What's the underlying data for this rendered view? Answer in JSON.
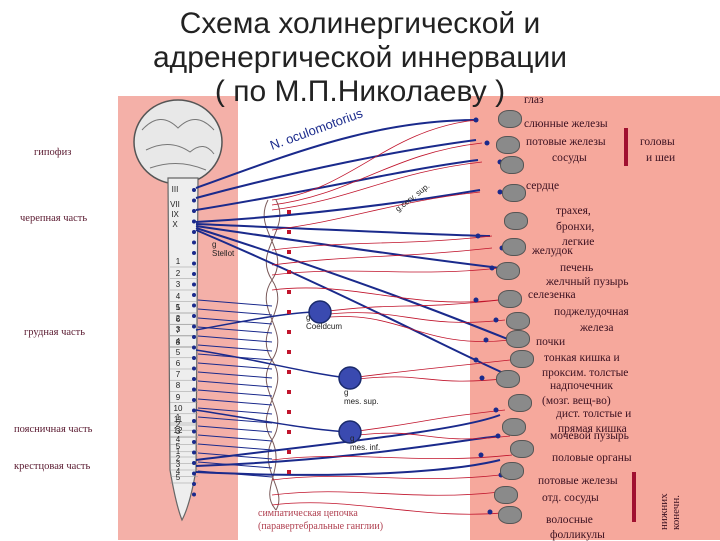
{
  "title": [
    "Схема холинергической и",
    "адренергической иннервации",
    "( по М.П.Николаеву )"
  ],
  "spine_regions": [
    "гипофиз",
    "черепная часть",
    "грудная часть",
    "поясничная часть",
    "крестцовая часть"
  ],
  "cranial_numerals": [
    "III",
    "VII",
    "IX",
    "X"
  ],
  "segments": {
    "cervical": [
      "1",
      "2",
      "3",
      "4",
      "5",
      "6",
      "7",
      "8"
    ],
    "thoracic": [
      "1",
      "2",
      "3",
      "4",
      "5",
      "6",
      "7",
      "8",
      "9",
      "10",
      "11",
      "12"
    ],
    "lumbar": [
      "1",
      "2",
      "3",
      "4",
      "5"
    ],
    "sacral": [
      "1",
      "2",
      "3",
      "4",
      "5"
    ]
  },
  "ganglia": [
    {
      "label": "g\nStellot"
    },
    {
      "label": "g\nCoeldcum"
    },
    {
      "label": "g\nmes. sup."
    },
    {
      "label": "g\nmes. inf."
    }
  ],
  "nerve_labels": {
    "oculomotorius": "N. oculomotorius",
    "cerv_sup": "g.cerv. sup."
  },
  "chain_caption": [
    "симпатическая цепочка",
    "(паравертебральные ганглии)"
  ],
  "organs": [
    "глаз",
    "слюнные железы",
    "потовые железы",
    "сосуды",
    "сердце",
    "трахея,",
    "бронхи,",
    "легкие",
    "желудок",
    "печень",
    "желчный пузырь",
    "селезенка",
    "поджелудочная",
    "железа",
    "почки",
    "тонкая кишка и",
    "проксим. толстые",
    "надпочечник",
    "(мозг. вещ-во)",
    "дист. толстые и",
    "прямая кишка",
    "мочевой пузырь",
    "половые органы",
    "потовые железы",
    "отд. сосуды",
    "волосные",
    "фолликулы"
  ],
  "head_group": [
    "головы",
    "и шеи"
  ],
  "limb_group": "нижних конечн.",
  "colors": {
    "organ_panel": "#f6a89c",
    "spine_panel": "#f4b0a8",
    "parasympathetic": "#1a2a8c",
    "sympathetic": "#c0142c",
    "chain": "#7a5a5a"
  }
}
